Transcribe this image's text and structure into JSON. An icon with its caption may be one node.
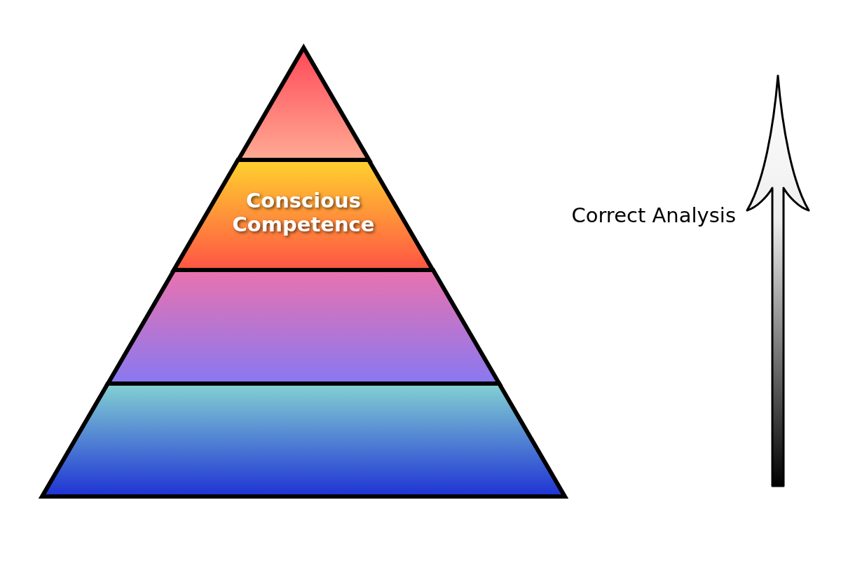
{
  "diagram": {
    "nodes": [
      {
        "text": [],
        "shape": "triangle"
      },
      {
        "text": [
          "Conscious Competence"
        ]
      },
      {
        "text": [],
        "shape": "trapezoid"
      },
      {
        "text": [],
        "shape": "trapezoid"
      }
    ],
    "labels": [
      "Correct Analysis"
    ]
  }
}
